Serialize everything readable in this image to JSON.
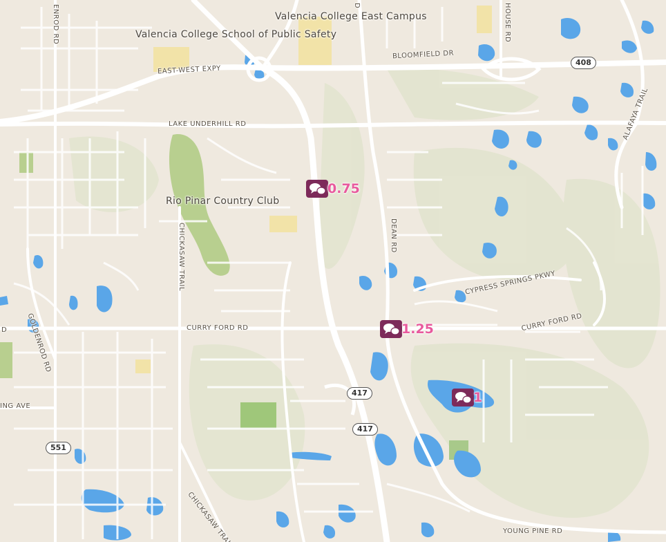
{
  "map": {
    "places": {
      "valencia_east": "Valencia College East Campus",
      "valencia_safety": "Valencia College School of Public Safety",
      "rio_pinar": "Rio Pinar Country Club"
    },
    "roads": {
      "bloomfield": "BLOOMFIELD DR",
      "east_west": "EAST-WEST EXPY",
      "lake_underhill": "LAKE UNDERHILL RD",
      "curry_ford_w": "CURRY FORD RD",
      "curry_ford_e": "CURRY FORD RD",
      "cypress": "CYPRESS SPRINGS PKWY",
      "dean": "DEAN RD",
      "chickasaw_n": "CHICKASAW TRAIL",
      "chickasaw_s": "CHICKASAW TRAIL",
      "goldenrod_n": "ENROD RD",
      "goldenrod_s": "GOLDENROD RD",
      "alafaya": "ALAFAYA TRAIL",
      "house": "HOUSE RD",
      "young_pine": "YOUNG PINE RD",
      "ing_ave": "ING AVE",
      "left_d": "D",
      "top_d": "D"
    },
    "shields": {
      "s408": "408",
      "s417a": "417",
      "s417b": "417",
      "s551": "551"
    },
    "markers": [
      {
        "value": "0.75",
        "icon": "chat-bubbles-icon"
      },
      {
        "value": "1.25",
        "icon": "chat-bubbles-icon"
      },
      {
        "value": "1",
        "icon": "chat-bubbles-icon"
      }
    ],
    "colors": {
      "land": "#efe9df",
      "water": "#5aa6e8",
      "park": "#b8cf8f",
      "road": "#ffffff",
      "marker_fill": "#7d2a5a",
      "marker_text": "#e85a9d"
    }
  }
}
